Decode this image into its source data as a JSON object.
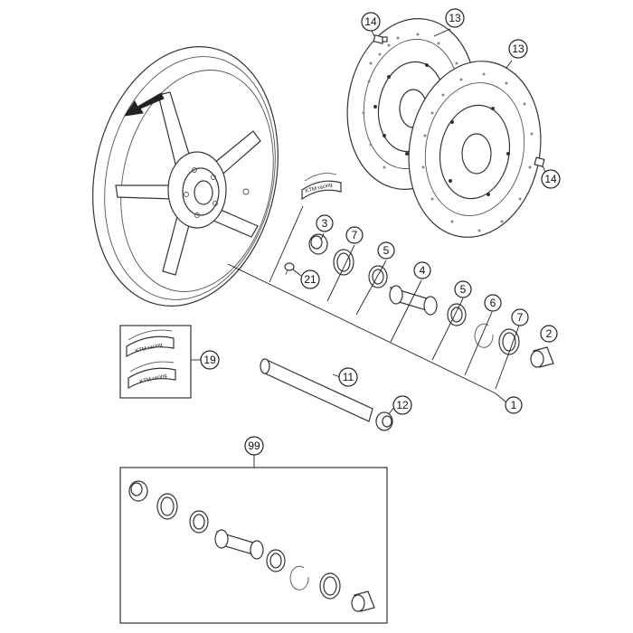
{
  "diagram": {
    "callouts": {
      "c1": "1",
      "c2": "2",
      "c3": "3",
      "c4": "4",
      "c5a": "5",
      "c5b": "5",
      "c6": "6",
      "c7a": "7",
      "c7b": "7",
      "c11": "11",
      "c12": "12",
      "c13a": "13",
      "c13b": "13",
      "c14a": "14",
      "c14b": "14",
      "c19": "19",
      "c21": "21",
      "c99": "99"
    },
    "decal_text": "KTM racing",
    "colors": {
      "line": "#333333",
      "decal": "#555555",
      "background": "#ffffff"
    }
  }
}
